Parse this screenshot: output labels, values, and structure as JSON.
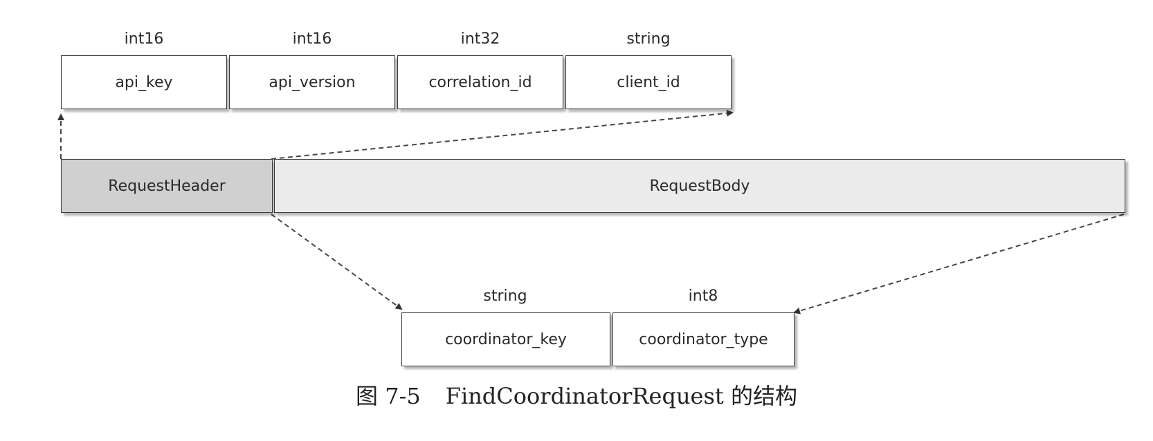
{
  "header_fields": [
    {
      "type": "int16",
      "name": "api_key"
    },
    {
      "type": "int16",
      "name": "api_version"
    },
    {
      "type": "int32",
      "name": "correlation_id"
    },
    {
      "type": "string",
      "name": "client_id"
    }
  ],
  "message": {
    "header": "RequestHeader",
    "body": "RequestBody"
  },
  "body_fields": [
    {
      "type": "string",
      "name": "coordinator_key"
    },
    {
      "type": "int8",
      "name": "coordinator_type"
    }
  ],
  "caption": {
    "number": "图 7-5",
    "title": "FindCoordinatorRequest 的结构"
  }
}
